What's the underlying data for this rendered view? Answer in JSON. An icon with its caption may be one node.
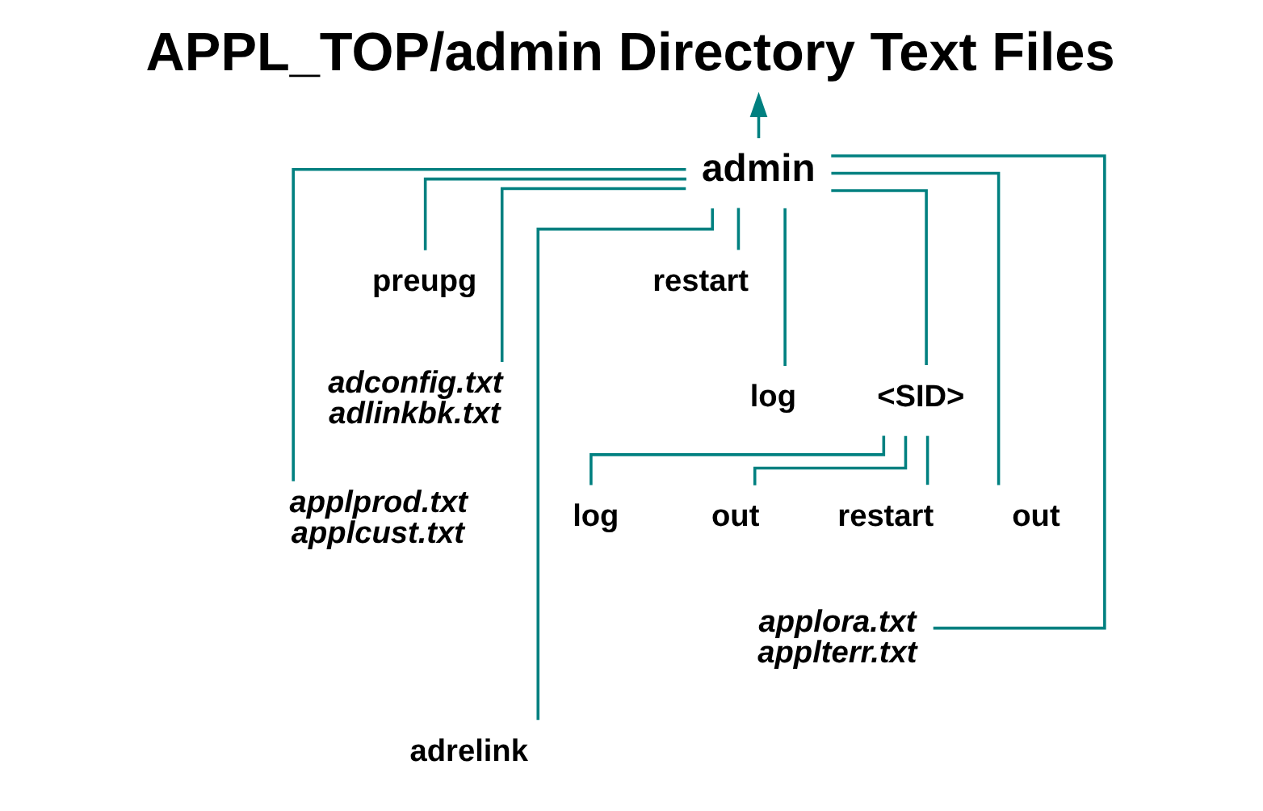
{
  "diagram": {
    "title": "APPL_TOP/admin Directory Text Files",
    "nodes": [
      {
        "text": [
          "admin"
        ]
      },
      {
        "text": [
          "adconfig.txt",
          "adlinkbk.txt"
        ]
      },
      {
        "text": [
          "applprod.txt",
          "applcust.txt"
        ]
      },
      {
        "text": [
          "applora.txt",
          "applterr.txt"
        ]
      },
      {
        "text": [
          "adrelink"
        ]
      },
      {
        "text": [
          "preupg"
        ]
      },
      {
        "text": [
          "log"
        ]
      },
      {
        "text": [
          "out"
        ]
      },
      {
        "text": [
          "restart"
        ]
      },
      {
        "text": [
          "<SID>"
        ]
      },
      {
        "text": [
          "log"
        ]
      },
      {
        "text": [
          "out"
        ]
      },
      {
        "text": [
          "restart"
        ]
      }
    ],
    "edges": [
      {
        "from": 0,
        "to": null,
        "arrow": "to"
      },
      {
        "from": 0,
        "to": 1,
        "arrow": "none"
      },
      {
        "from": 0,
        "to": 2,
        "arrow": "none"
      },
      {
        "from": 0,
        "to": 3,
        "arrow": "none"
      },
      {
        "from": 0,
        "to": 4,
        "arrow": "none"
      },
      {
        "from": 0,
        "to": 5,
        "arrow": "none"
      },
      {
        "from": 0,
        "to": 6,
        "arrow": "none"
      },
      {
        "from": 0,
        "to": 7,
        "arrow": "none"
      },
      {
        "from": 0,
        "to": 8,
        "arrow": "none"
      },
      {
        "from": 0,
        "to": 9,
        "arrow": "none"
      },
      {
        "from": 9,
        "to": 10,
        "arrow": "none"
      },
      {
        "from": 9,
        "to": 11,
        "arrow": "none"
      },
      {
        "from": 9,
        "to": 12,
        "arrow": "none"
      }
    ]
  }
}
